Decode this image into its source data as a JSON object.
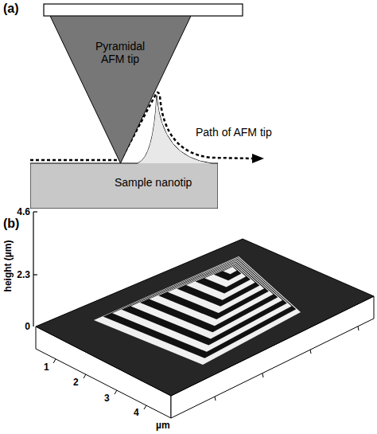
{
  "diagram": {
    "nodes": [
      {
        "text": [
          "Pyramidal AFM tip"
        ]
      },
      {
        "text": [
          "Sample nanotip"
        ]
      }
    ],
    "labels": [
      "(a)",
      "Path of AFM tip",
      "(b)",
      "4.6",
      "2.3",
      "0",
      "height (µm)",
      "1",
      "2",
      "3",
      "4",
      "µm"
    ]
  }
}
